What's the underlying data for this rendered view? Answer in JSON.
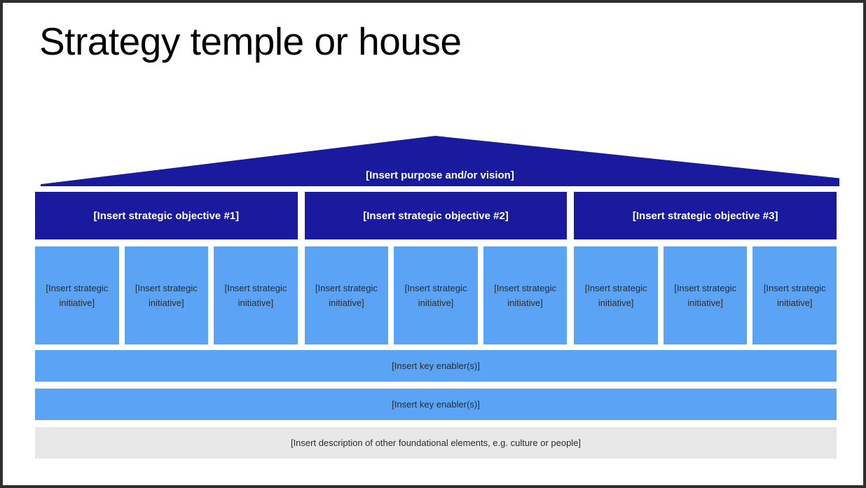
{
  "slide": {
    "title": "Strategy temple or house",
    "colors": {
      "navy": "#1a1a9e",
      "light_blue": "#5ba4f5",
      "gray": "#e8e8e8",
      "border": "#2e2e2e",
      "text_dark": "#2b2b2b",
      "text_light": "#ffffff"
    }
  },
  "roof": {
    "label": "[Insert purpose and/or vision]"
  },
  "columns": [
    {
      "objective": "[Insert strategic objective #1]",
      "initiatives": [
        "[Insert strategic initiative]",
        "[Insert strategic initiative]",
        "[Insert strategic initiative]"
      ]
    },
    {
      "objective": "[Insert strategic objective #2]",
      "initiatives": [
        "[Insert strategic initiative]",
        "[Insert strategic initiative]",
        "[Insert strategic initiative]"
      ]
    },
    {
      "objective": "[Insert strategic objective #3]",
      "initiatives": [
        "[Insert strategic initiative]",
        "[Insert strategic initiative]",
        "[Insert strategic initiative]"
      ]
    }
  ],
  "foundation": {
    "enablers": [
      "[Insert key enabler(s)]",
      "[Insert key enabler(s)]"
    ],
    "base": "[Insert description of other foundational elements, e.g. culture or people]"
  }
}
